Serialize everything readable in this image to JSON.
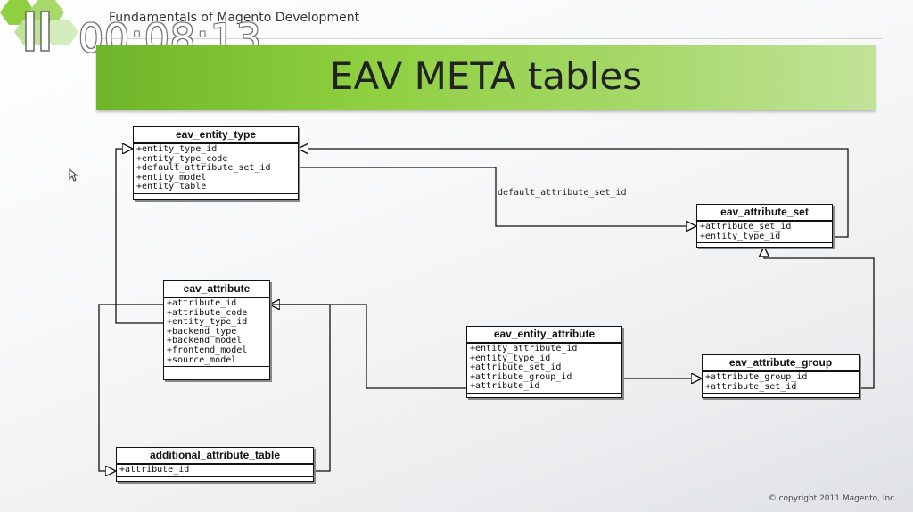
{
  "header": {
    "course_title": "Fundamentals of Magento Development",
    "timer": "00:08:13",
    "pause_icon": "pause-icon"
  },
  "slide": {
    "title": "EAV META tables",
    "copyright": "© copyright 2011 Magento, Inc."
  },
  "entities": {
    "eav_entity_type": {
      "name": "eav_entity_type",
      "attributes": [
        "+entity_type_id",
        "+entity_type_code",
        "+default_attribute_set_id",
        "+entity_model",
        "+entity_table"
      ]
    },
    "eav_attribute_set": {
      "name": "eav_attribute_set",
      "attributes": [
        "+attribute_set_id",
        "+entity_type_id"
      ]
    },
    "eav_attribute": {
      "name": "eav_attribute",
      "attributes": [
        "+attribute_id",
        "+attribute_code",
        "+entity_type_id",
        "+backend_type",
        "+backend_model",
        "+frontend_model",
        "+source_model"
      ]
    },
    "eav_entity_attribute": {
      "name": "eav_entity_attribute",
      "attributes": [
        "+entity_attribute_id",
        "+entity_type_id",
        "+attribute_set_id",
        "+attribute_group_id",
        "+attribute_id"
      ]
    },
    "eav_attribute_group": {
      "name": "eav_attribute_group",
      "attributes": [
        "+attribute_group_id",
        "+attribute_set_id"
      ]
    },
    "additional_attribute_table": {
      "name": "additional_attribute_table",
      "attributes": [
        "+attribute_id"
      ]
    }
  },
  "edge_labels": {
    "default_attribute_set_id": "default_attribute_set_id"
  },
  "colors": {
    "banner_green": "#8fd040",
    "hex_green": "#7bc236"
  }
}
